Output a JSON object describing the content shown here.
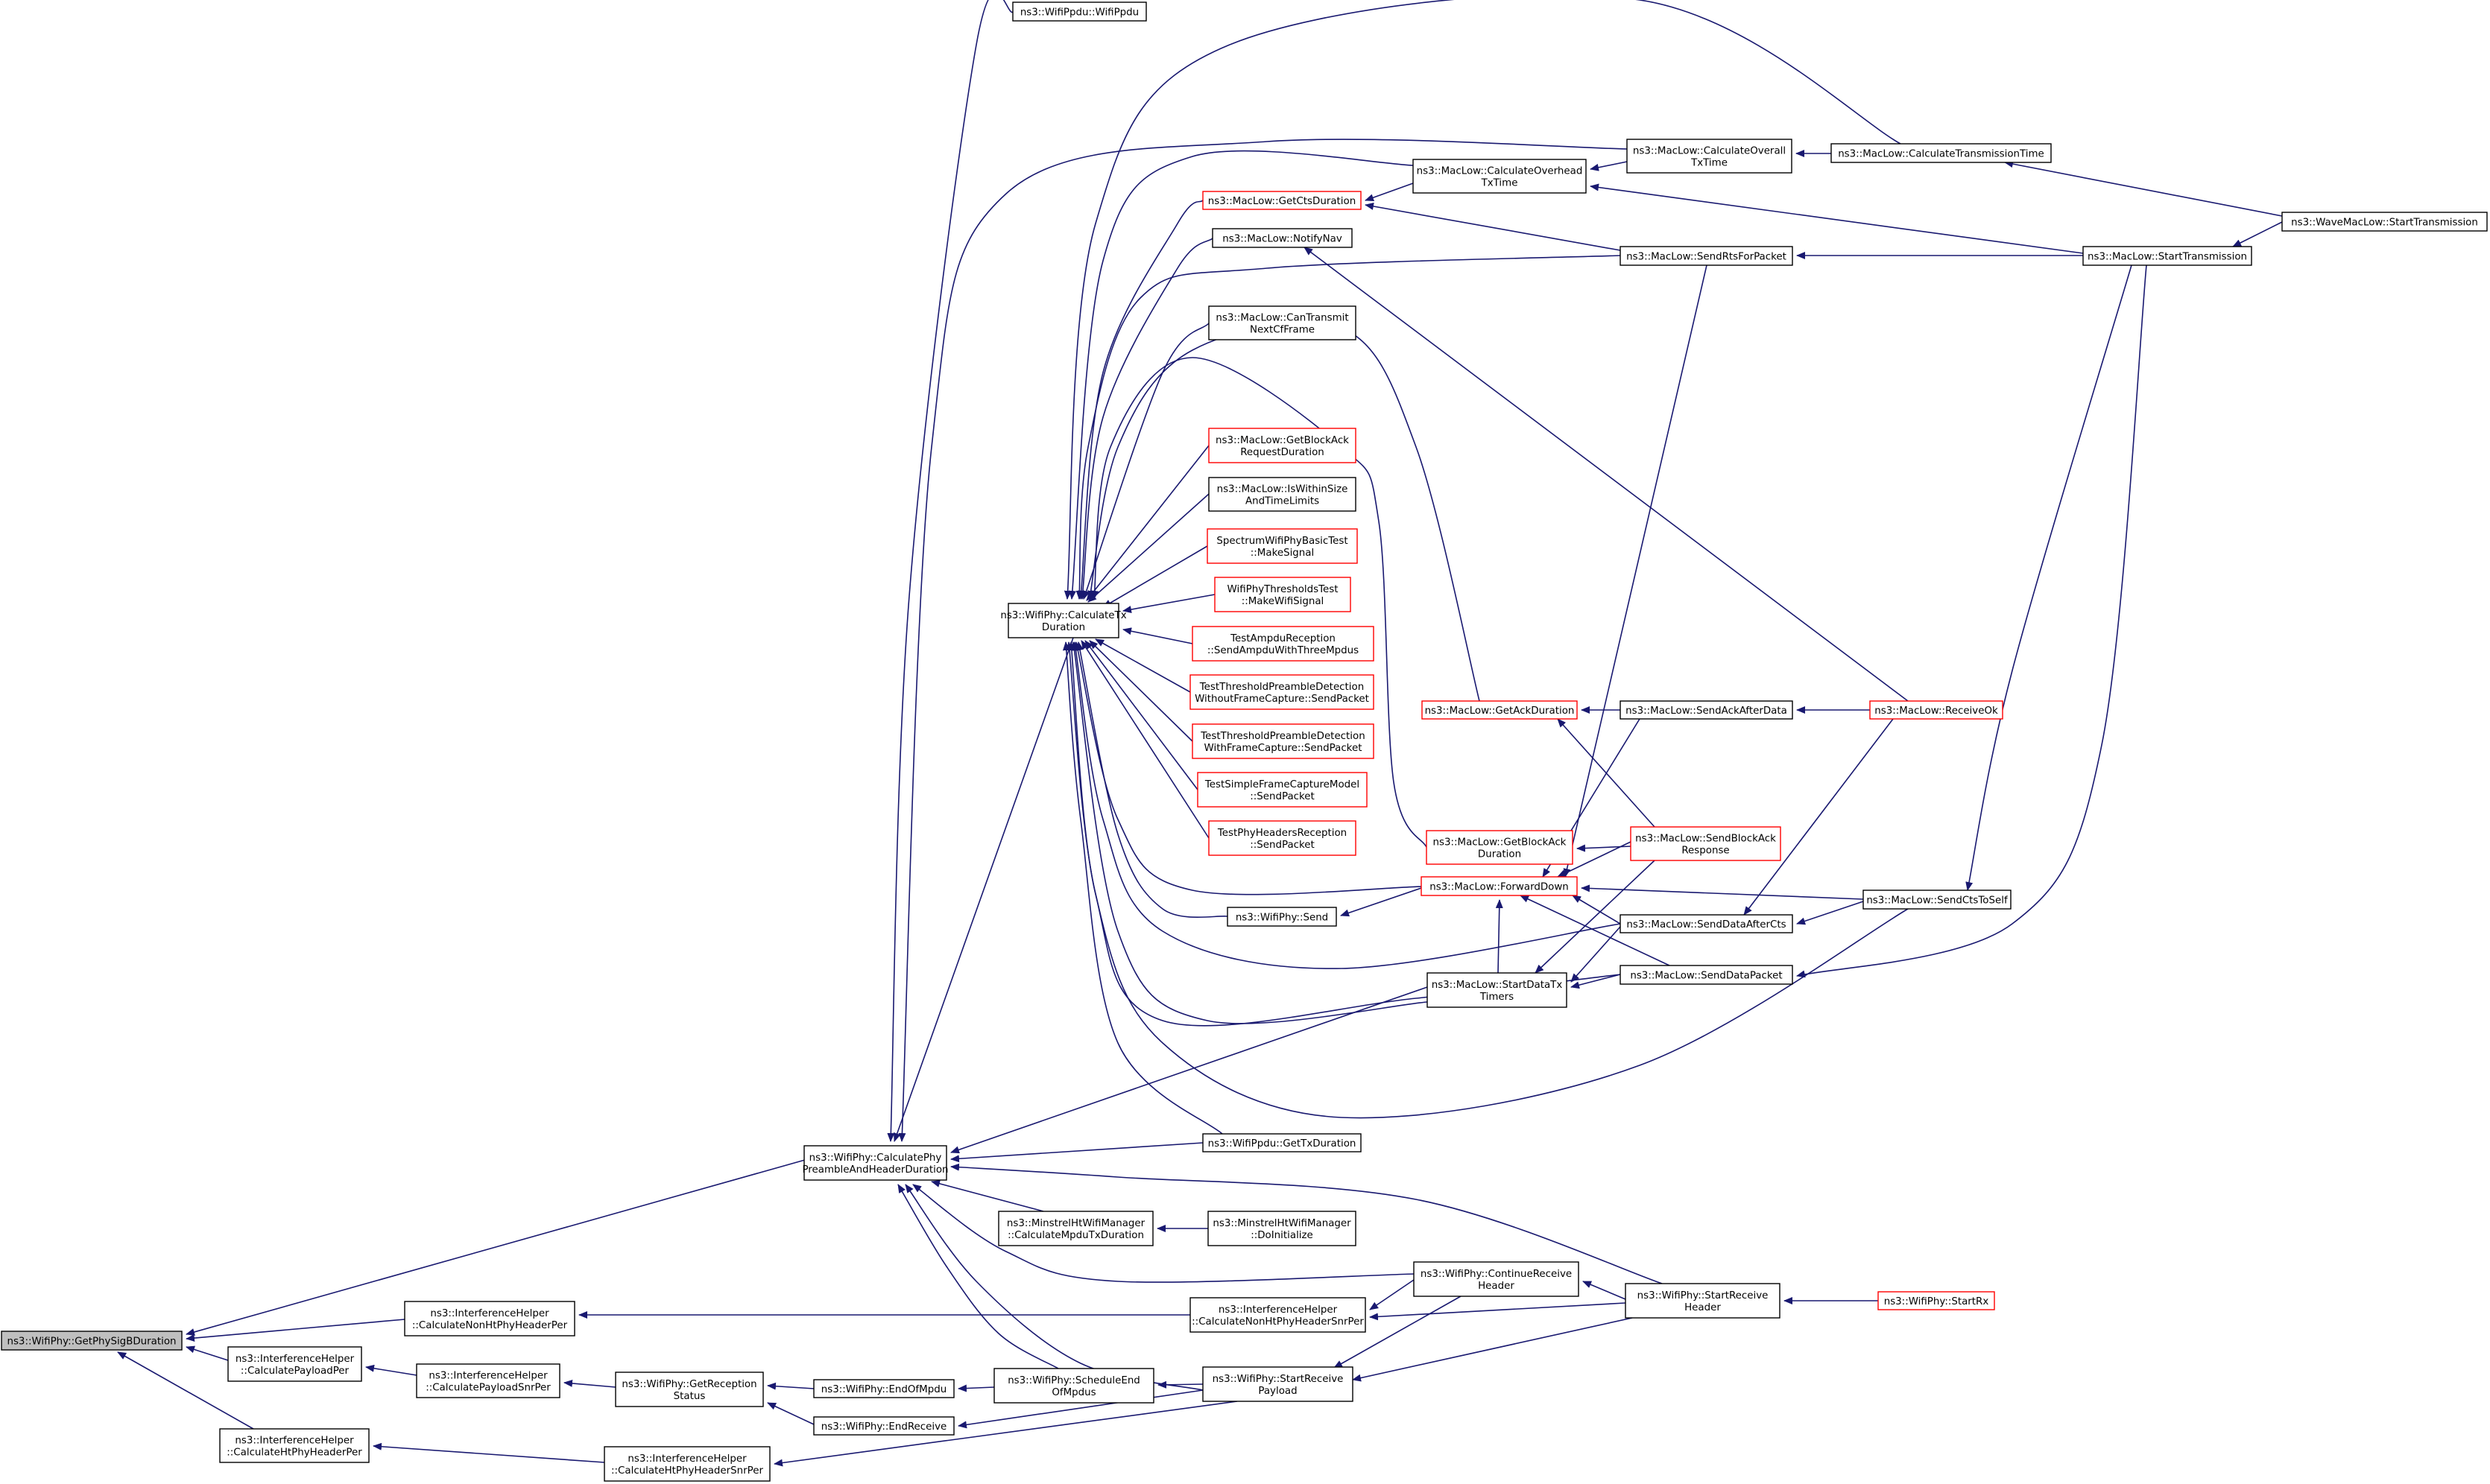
{
  "graph_data": {
    "direction": "right-to-left call graph (caller graph)",
    "root": "n_root",
    "colors": {
      "edge": "#191970",
      "node_border": "#000000",
      "truncated_node_border": "#ff0000",
      "root_fill": "#bfbfbf",
      "node_fill": "#ffffff"
    },
    "nodes": [
      {
        "id": "n_root",
        "lines": [
          "ns3::WifiPhy::GetPhySigBDuration"
        ],
        "style": "root"
      },
      {
        "id": "n_cph",
        "lines": [
          "ns3::WifiPhy::CalculatePhy",
          "PreambleAndHeaderDuration"
        ],
        "style": "normal"
      },
      {
        "id": "n_ihnon",
        "lines": [
          "ns3::InterferenceHelper",
          "::CalculateNonHtPhyHeaderPer"
        ],
        "style": "normal"
      },
      {
        "id": "n_ihpay",
        "lines": [
          "ns3::InterferenceHelper",
          "::CalculatePayloadPer"
        ],
        "style": "normal"
      },
      {
        "id": "n_ihht",
        "lines": [
          "ns3::InterferenceHelper",
          "::CalculateHtPhyHeaderPer"
        ],
        "style": "normal"
      },
      {
        "id": "n_ihpsnr",
        "lines": [
          "ns3::InterferenceHelper",
          "::CalculatePayloadSnrPer"
        ],
        "style": "normal"
      },
      {
        "id": "n_ihhtsnr",
        "lines": [
          "ns3::InterferenceHelper",
          "::CalculateHtPhyHeaderSnrPer"
        ],
        "style": "normal"
      },
      {
        "id": "n_getrec",
        "lines": [
          "ns3::WifiPhy::GetReception",
          "Status"
        ],
        "style": "normal"
      },
      {
        "id": "n_endofm",
        "lines": [
          "ns3::WifiPhy::EndOfMpdu"
        ],
        "style": "normal"
      },
      {
        "id": "n_endrec",
        "lines": [
          "ns3::WifiPhy::EndReceive"
        ],
        "style": "normal"
      },
      {
        "id": "n_schend",
        "lines": [
          "ns3::WifiPhy::ScheduleEnd",
          "OfMpdus"
        ],
        "style": "normal"
      },
      {
        "id": "n_srpay",
        "lines": [
          "ns3::WifiPhy::StartReceive",
          "Payload"
        ],
        "style": "normal"
      },
      {
        "id": "n_ihnonsnr",
        "lines": [
          "ns3::InterferenceHelper",
          "::CalculateNonHtPhyHeaderSnrPer"
        ],
        "style": "normal"
      },
      {
        "id": "n_contrec",
        "lines": [
          "ns3::WifiPhy::ContinueReceive",
          "Header"
        ],
        "style": "normal"
      },
      {
        "id": "n_srhdr",
        "lines": [
          "ns3::WifiPhy::StartReceive",
          "Header"
        ],
        "style": "normal"
      },
      {
        "id": "n_startrx",
        "lines": [
          "ns3::WifiPhy::StartRx"
        ],
        "style": "red"
      },
      {
        "id": "n_minst",
        "lines": [
          "ns3::MinstrelHtWifiManager",
          "::CalculateMpduTxDuration"
        ],
        "style": "normal"
      },
      {
        "id": "n_mininit",
        "lines": [
          "ns3::MinstrelHtWifiManager",
          "::DoInitialize"
        ],
        "style": "normal"
      },
      {
        "id": "n_ppdutx",
        "lines": [
          "ns3::WifiPpdu::GetTxDuration"
        ],
        "style": "normal"
      },
      {
        "id": "n_ppdu",
        "lines": [
          "ns3::WifiPpdu::WifiPpdu"
        ],
        "style": "normal"
      },
      {
        "id": "n_calctx",
        "lines": [
          "ns3::WifiPhy::CalculateTx",
          "Duration"
        ],
        "style": "normal"
      },
      {
        "id": "n_getcts",
        "lines": [
          "ns3::MacLow::GetCtsDuration"
        ],
        "style": "red"
      },
      {
        "id": "n_notify",
        "lines": [
          "ns3::MacLow::NotifyNav"
        ],
        "style": "normal"
      },
      {
        "id": "n_cantx",
        "lines": [
          "ns3::MacLow::CanTransmit",
          "NextCfFrame"
        ],
        "style": "normal"
      },
      {
        "id": "n_getbar",
        "lines": [
          "ns3::MacLow::GetBlockAck",
          "RequestDuration"
        ],
        "style": "red"
      },
      {
        "id": "n_within",
        "lines": [
          "ns3::MacLow::IsWithinSize",
          "AndTimeLimits"
        ],
        "style": "normal"
      },
      {
        "id": "n_spec",
        "lines": [
          "SpectrumWifiPhyBasicTest",
          "::MakeSignal"
        ],
        "style": "red"
      },
      {
        "id": "n_thrtest",
        "lines": [
          "WifiPhyThresholdsTest",
          "::MakeWifiSignal"
        ],
        "style": "red"
      },
      {
        "id": "n_ampdu",
        "lines": [
          "TestAmpduReception",
          "::SendAmpduWithThreeMpdus"
        ],
        "style": "red"
      },
      {
        "id": "n_tpdwo",
        "lines": [
          "TestThresholdPreambleDetection",
          "WithoutFrameCapture::SendPacket"
        ],
        "style": "red"
      },
      {
        "id": "n_tpdw",
        "lines": [
          "TestThresholdPreambleDetection",
          "WithFrameCapture::SendPacket"
        ],
        "style": "red"
      },
      {
        "id": "n_tsfc",
        "lines": [
          "TestSimpleFrameCaptureModel",
          "::SendPacket"
        ],
        "style": "red"
      },
      {
        "id": "n_tphr",
        "lines": [
          "TestPhyHeadersReception",
          "::SendPacket"
        ],
        "style": "red"
      },
      {
        "id": "n_physend",
        "lines": [
          "ns3::WifiPhy::Send"
        ],
        "style": "normal"
      },
      {
        "id": "n_overhead",
        "lines": [
          "ns3::MacLow::CalculateOverhead",
          "TxTime"
        ],
        "style": "normal"
      },
      {
        "id": "n_overall",
        "lines": [
          "ns3::MacLow::CalculateOverall",
          "TxTime"
        ],
        "style": "normal"
      },
      {
        "id": "n_calctt",
        "lines": [
          "ns3::MacLow::CalculateTransmissionTime"
        ],
        "style": "normal"
      },
      {
        "id": "n_wavest",
        "lines": [
          "ns3::WaveMacLow::StartTransmission"
        ],
        "style": "normal"
      },
      {
        "id": "n_startt",
        "lines": [
          "ns3::MacLow::StartTransmission"
        ],
        "style": "normal"
      },
      {
        "id": "n_sendrts",
        "lines": [
          "ns3::MacLow::SendRtsForPacket"
        ],
        "style": "normal"
      },
      {
        "id": "n_getack",
        "lines": [
          "ns3::MacLow::GetAckDuration"
        ],
        "style": "red"
      },
      {
        "id": "n_getba",
        "lines": [
          "ns3::MacLow::GetBlockAck",
          "Duration"
        ],
        "style": "red"
      },
      {
        "id": "n_fwd",
        "lines": [
          "ns3::MacLow::ForwardDown"
        ],
        "style": "red"
      },
      {
        "id": "n_sendack",
        "lines": [
          "ns3::MacLow::SendAckAfterData"
        ],
        "style": "normal"
      },
      {
        "id": "n_sendbar",
        "lines": [
          "ns3::MacLow::SendBlockAck",
          "Response"
        ],
        "style": "red"
      },
      {
        "id": "n_recvok",
        "lines": [
          "ns3::MacLow::ReceiveOk"
        ],
        "style": "red"
      },
      {
        "id": "n_ctsself",
        "lines": [
          "ns3::MacLow::SendCtsToSelf"
        ],
        "style": "normal"
      },
      {
        "id": "n_sdacts",
        "lines": [
          "ns3::MacLow::SendDataAfterCts"
        ],
        "style": "normal"
      },
      {
        "id": "n_startdt",
        "lines": [
          "ns3::MacLow::StartDataTx",
          "Timers"
        ],
        "style": "normal"
      },
      {
        "id": "n_senddp",
        "lines": [
          "ns3::MacLow::SendDataPacket"
        ],
        "style": "normal"
      }
    ],
    "edges": [
      [
        "n_cph",
        "n_root"
      ],
      [
        "n_ihnon",
        "n_root"
      ],
      [
        "n_ihpay",
        "n_root"
      ],
      [
        "n_ihht",
        "n_root"
      ],
      [
        "n_ihpsnr",
        "n_ihpay"
      ],
      [
        "n_ihhtsnr",
        "n_ihht"
      ],
      [
        "n_getrec",
        "n_ihpsnr"
      ],
      [
        "n_endofm",
        "n_getrec"
      ],
      [
        "n_endrec",
        "n_getrec"
      ],
      [
        "n_schend",
        "n_endofm"
      ],
      [
        "n_srpay",
        "n_endrec"
      ],
      [
        "n_srpay",
        "n_schend"
      ],
      [
        "n_srpay",
        "n_ihhtsnr"
      ],
      [
        "n_ihnonsnr",
        "n_ihnon"
      ],
      [
        "n_contrec",
        "n_ihnonsnr"
      ],
      [
        "n_srhdr",
        "n_ihnonsnr"
      ],
      [
        "n_srhdr",
        "n_contrec"
      ],
      [
        "n_startrx",
        "n_srhdr"
      ],
      [
        "n_contrec",
        "n_srpay"
      ],
      [
        "n_srhdr",
        "n_srpay"
      ],
      [
        "n_ppdu",
        "n_cph"
      ],
      [
        "n_calctx",
        "n_cph"
      ],
      [
        "n_minst",
        "n_cph"
      ],
      [
        "n_schend",
        "n_cph"
      ],
      [
        "n_srpay",
        "n_cph"
      ],
      [
        "n_contrec",
        "n_cph"
      ],
      [
        "n_srhdr",
        "n_cph"
      ],
      [
        "n_ppdutx",
        "n_cph"
      ],
      [
        "n_startdt",
        "n_cph"
      ],
      [
        "n_overall",
        "n_cph"
      ],
      [
        "n_mininit",
        "n_minst"
      ],
      [
        "n_getcts",
        "n_calctx"
      ],
      [
        "n_notify",
        "n_calctx"
      ],
      [
        "n_cantx",
        "n_calctx"
      ],
      [
        "n_getbar",
        "n_calctx"
      ],
      [
        "n_within",
        "n_calctx"
      ],
      [
        "n_spec",
        "n_calctx"
      ],
      [
        "n_thrtest",
        "n_calctx"
      ],
      [
        "n_ampdu",
        "n_calctx"
      ],
      [
        "n_tpdwo",
        "n_calctx"
      ],
      [
        "n_tpdw",
        "n_calctx"
      ],
      [
        "n_tsfc",
        "n_calctx"
      ],
      [
        "n_tphr",
        "n_calctx"
      ],
      [
        "n_physend",
        "n_calctx"
      ],
      [
        "n_fwd",
        "n_calctx"
      ],
      [
        "n_overhead",
        "n_calctx"
      ],
      [
        "n_calctt",
        "n_calctx"
      ],
      [
        "n_sendrts",
        "n_calctx"
      ],
      [
        "n_getack",
        "n_calctx"
      ],
      [
        "n_getba",
        "n_calctx"
      ],
      [
        "n_sdacts",
        "n_calctx"
      ],
      [
        "n_startdt",
        "n_calctx"
      ],
      [
        "n_senddp",
        "n_calctx"
      ],
      [
        "n_ctsself",
        "n_calctx"
      ],
      [
        "n_ppdutx",
        "n_calctx"
      ],
      [
        "n_fwd",
        "n_physend"
      ],
      [
        "n_overhead",
        "n_getcts"
      ],
      [
        "n_sendrts",
        "n_getcts"
      ],
      [
        "n_overall",
        "n_overhead"
      ],
      [
        "n_startt",
        "n_overhead"
      ],
      [
        "n_calctt",
        "n_overall"
      ],
      [
        "n_wavest",
        "n_calctt"
      ],
      [
        "n_wavest",
        "n_startt"
      ],
      [
        "n_startt",
        "n_sendrts"
      ],
      [
        "n_recvok",
        "n_notify"
      ],
      [
        "n_sendack",
        "n_getack"
      ],
      [
        "n_sendbar",
        "n_getack"
      ],
      [
        "n_sendbar",
        "n_getba"
      ],
      [
        "n_recvok",
        "n_sendack"
      ],
      [
        "n_recvok",
        "n_sdacts"
      ],
      [
        "n_sendack",
        "n_fwd"
      ],
      [
        "n_sendbar",
        "n_fwd"
      ],
      [
        "n_ctsself",
        "n_fwd"
      ],
      [
        "n_sdacts",
        "n_fwd"
      ],
      [
        "n_senddp",
        "n_fwd"
      ],
      [
        "n_sendrts",
        "n_fwd"
      ],
      [
        "n_startdt",
        "n_fwd"
      ],
      [
        "n_sdacts",
        "n_startdt"
      ],
      [
        "n_senddp",
        "n_startdt"
      ],
      [
        "n_sendbar",
        "n_startdt"
      ],
      [
        "n_ctsself",
        "n_sdacts"
      ],
      [
        "n_startt",
        "n_ctsself"
      ],
      [
        "n_startt",
        "n_senddp"
      ]
    ]
  }
}
